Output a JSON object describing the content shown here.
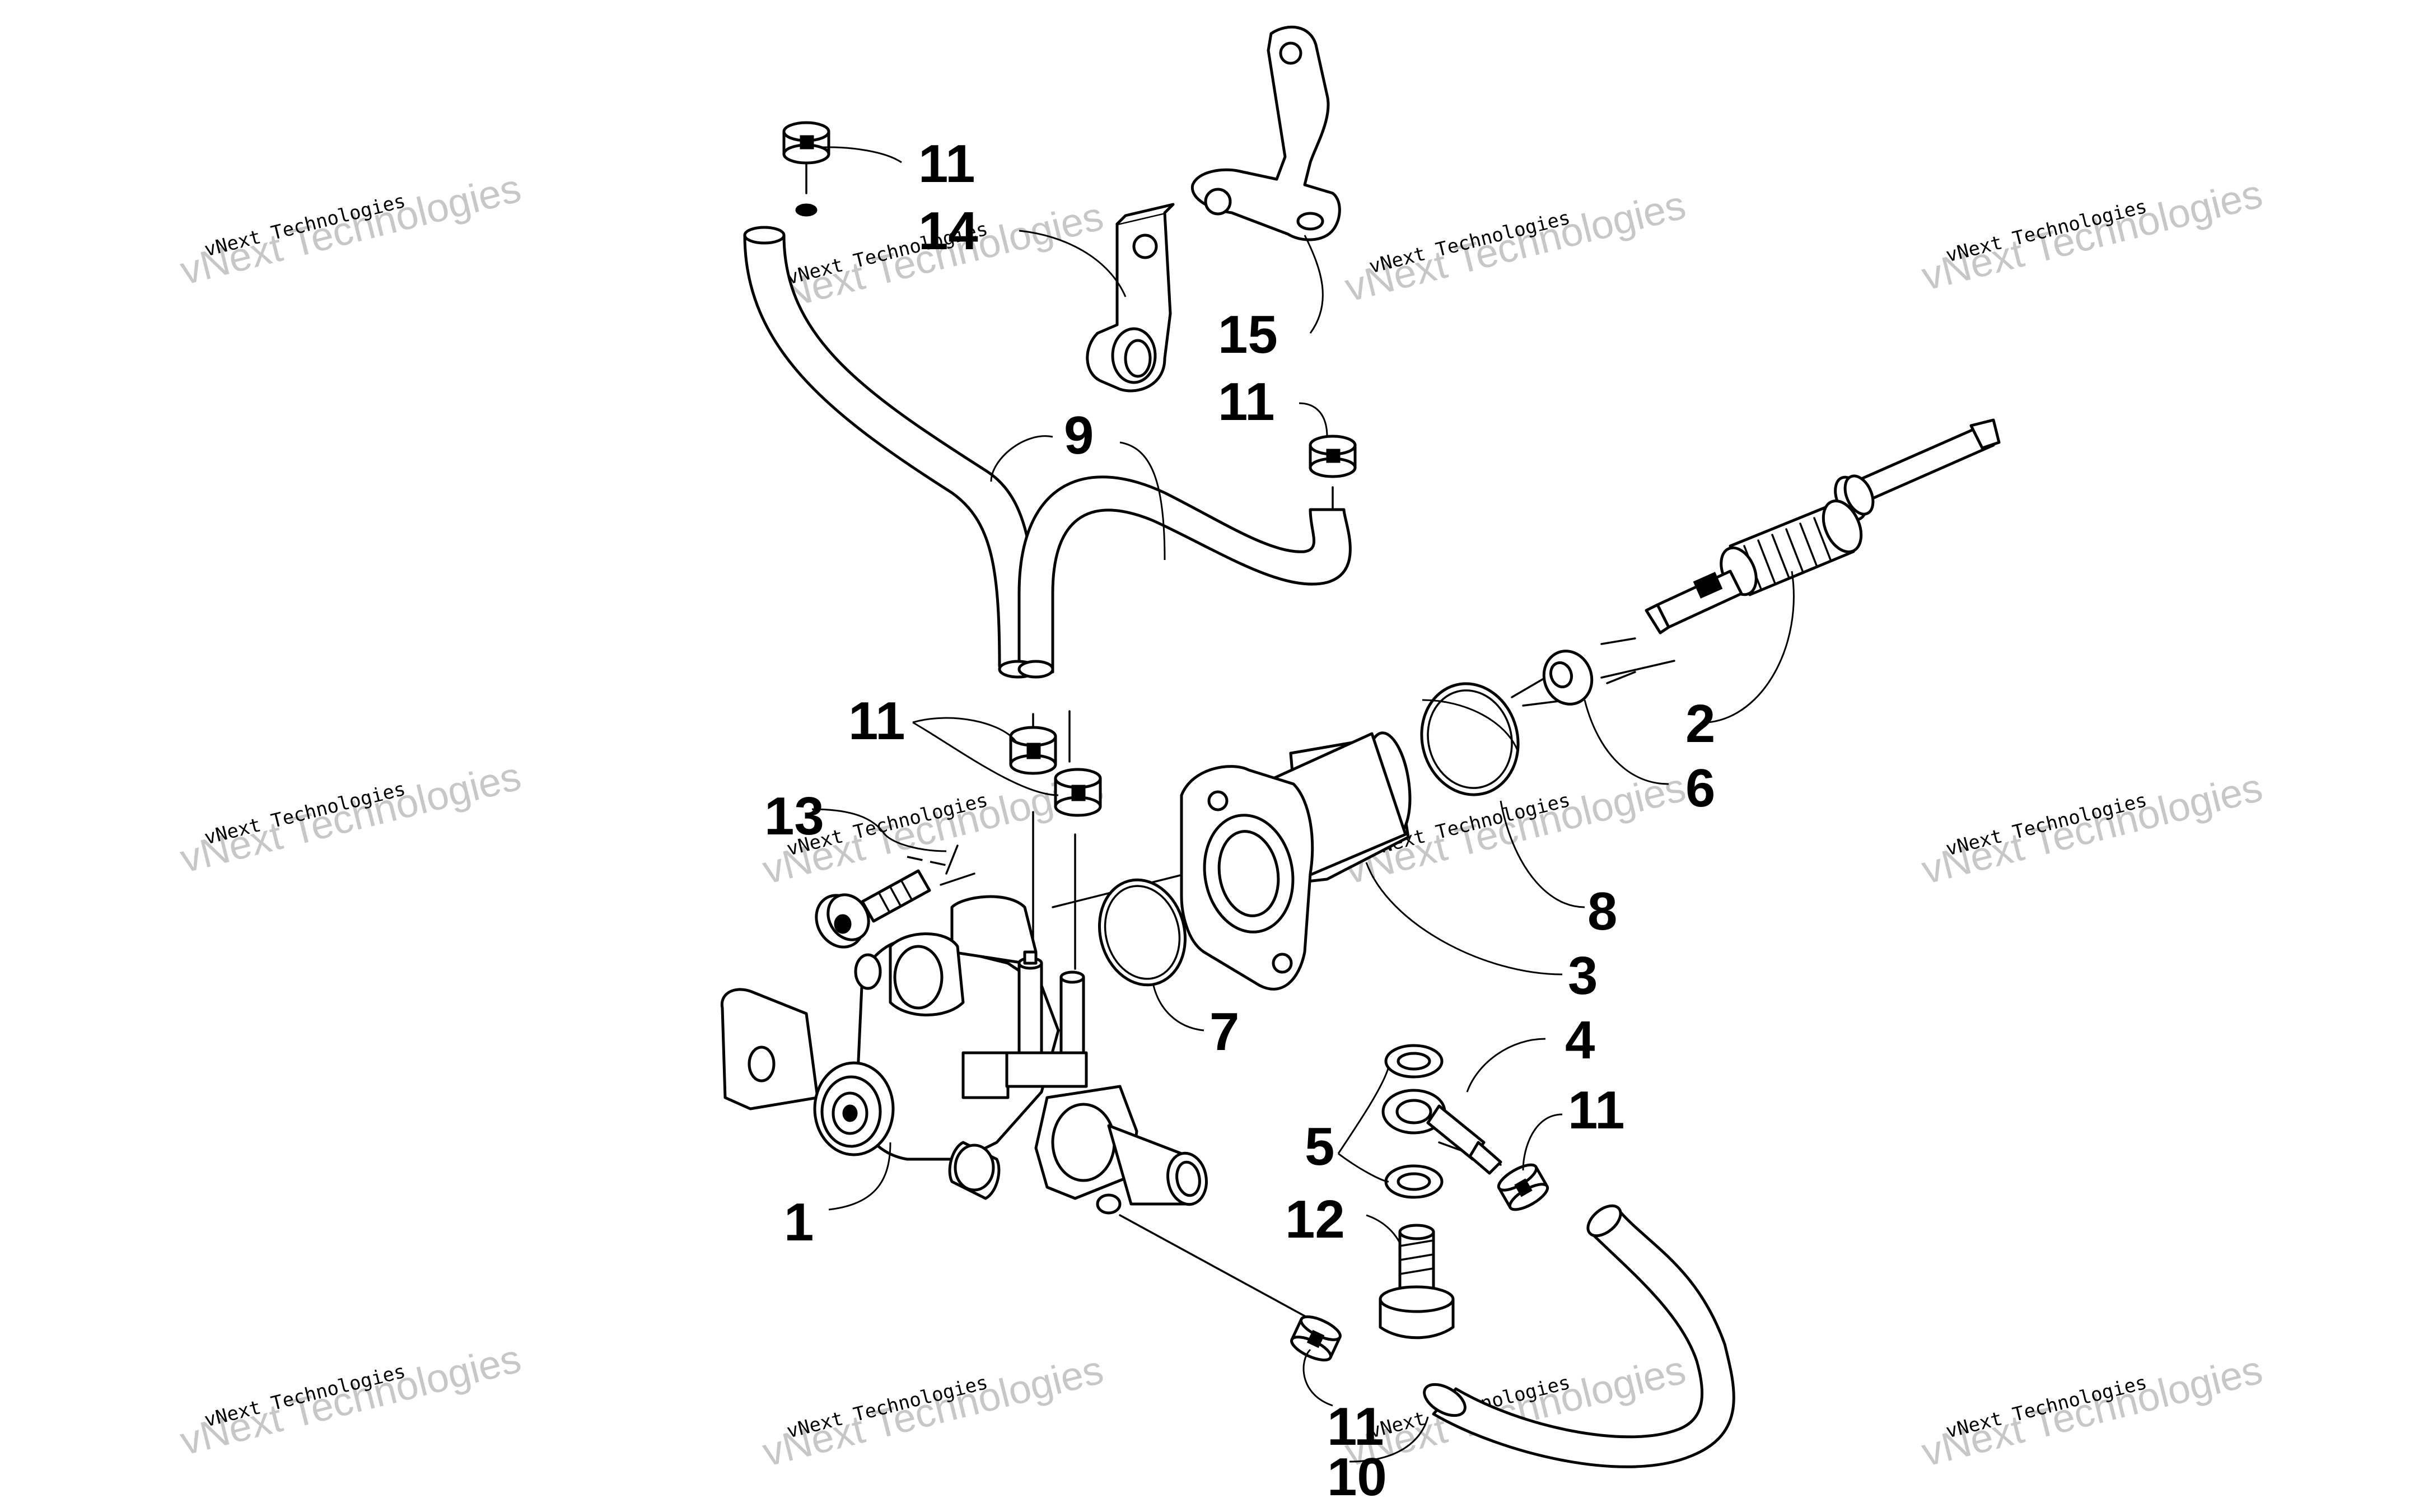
{
  "watermarks": [
    {
      "line1": "vNext Technologies",
      "line2": "vNext Technologies"
    },
    {
      "line1": "vNext Technologies",
      "line2": "vNext Technologies"
    },
    {
      "line1": "vNext Technologies",
      "line2": "vNext Technologies"
    },
    {
      "line1": "vNext Technologies",
      "line2": "vNext Technologies"
    },
    {
      "line1": "vNext Technologies",
      "line2": "vNext Technologies"
    },
    {
      "line1": "vNext Technologies",
      "line2": "vNext Technologies"
    },
    {
      "line1": "vNext Technologies",
      "line2": "vNext Technologies"
    },
    {
      "line1": "vNext Technologies",
      "line2": "vNext Technologies"
    },
    {
      "line1": "vNext Technologies",
      "line2": "vNext Technologies"
    },
    {
      "line1": "vNext Technologies",
      "line2": "vNext Technologies"
    },
    {
      "line1": "vNext Technologies",
      "line2": "vNext Technologies"
    },
    {
      "line1": "vNext Technologies",
      "line2": "vNext Technologies"
    }
  ],
  "callouts": {
    "c1": "1",
    "c2": "2",
    "c3": "3",
    "c4": "4",
    "c5": "5",
    "c6": "6",
    "c7": "7",
    "c8": "8",
    "c9": "9",
    "c10": "10",
    "c11a": "11",
    "c11b": "11",
    "c11c": "11",
    "c11d": "11",
    "c11e": "11",
    "c12": "12",
    "c13": "13",
    "c14": "14",
    "c15": "15"
  }
}
